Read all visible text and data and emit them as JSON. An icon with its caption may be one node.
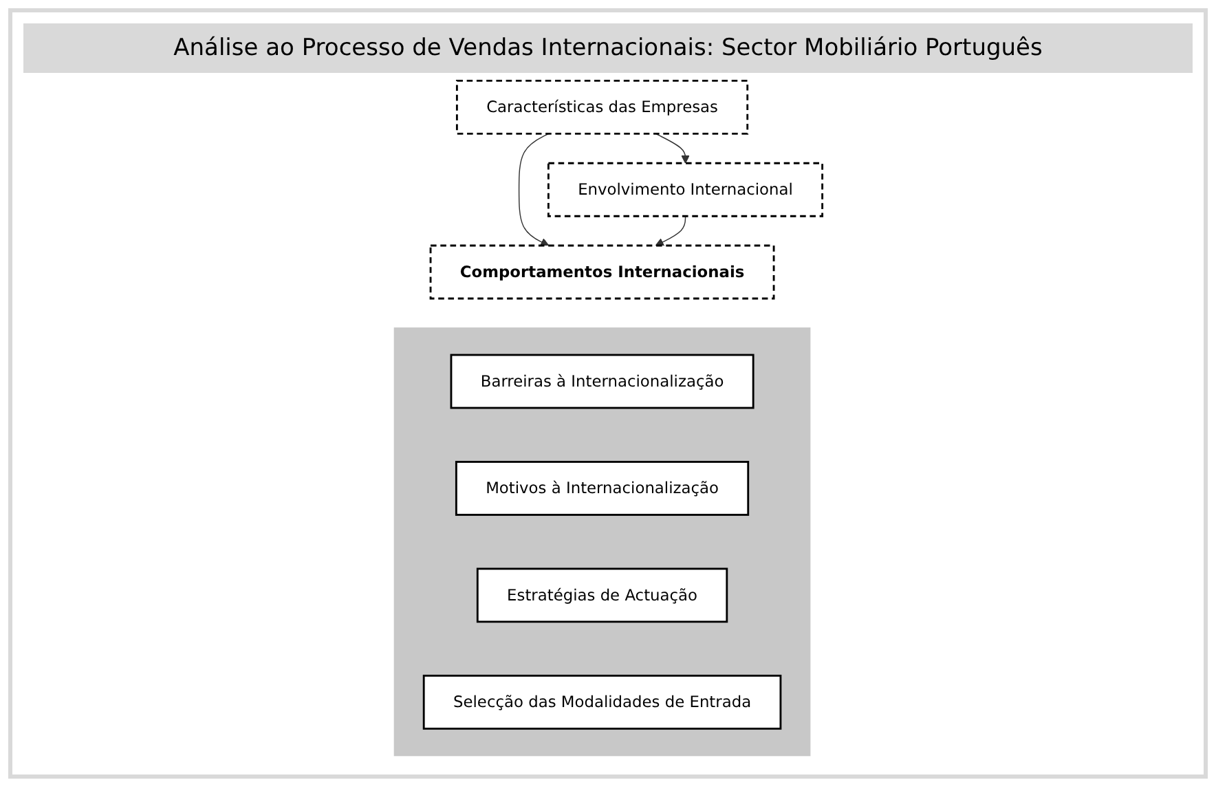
{
  "diagram": {
    "title": "Análise ao Processo de Vendas Internacionais: Sector Mobiliário Português",
    "nodes": [
      {
        "text": [
          "Características das Empresas"
        ]
      },
      {
        "text": [
          "Envolvimento Internacional"
        ]
      },
      {
        "text": [
          "Comportamentos Internacionais"
        ]
      },
      {
        "text": [],
        "shape": "box"
      },
      {
        "text": [
          "Barreiras à Internacionalização"
        ],
        "in": 3
      },
      {
        "text": [
          "Motivos à Internacionalização"
        ],
        "in": 3
      },
      {
        "text": [
          "Estratégias de Actuação"
        ],
        "in": 3
      },
      {
        "text": [
          "Selecção das Modalidades de Entrada"
        ],
        "in": 3
      }
    ],
    "edges": [
      {
        "from": 0,
        "to": 1,
        "arrow": "to"
      },
      {
        "from": 0,
        "to": 2,
        "arrow": "to"
      },
      {
        "from": 1,
        "to": 2,
        "arrow": "to"
      }
    ]
  }
}
